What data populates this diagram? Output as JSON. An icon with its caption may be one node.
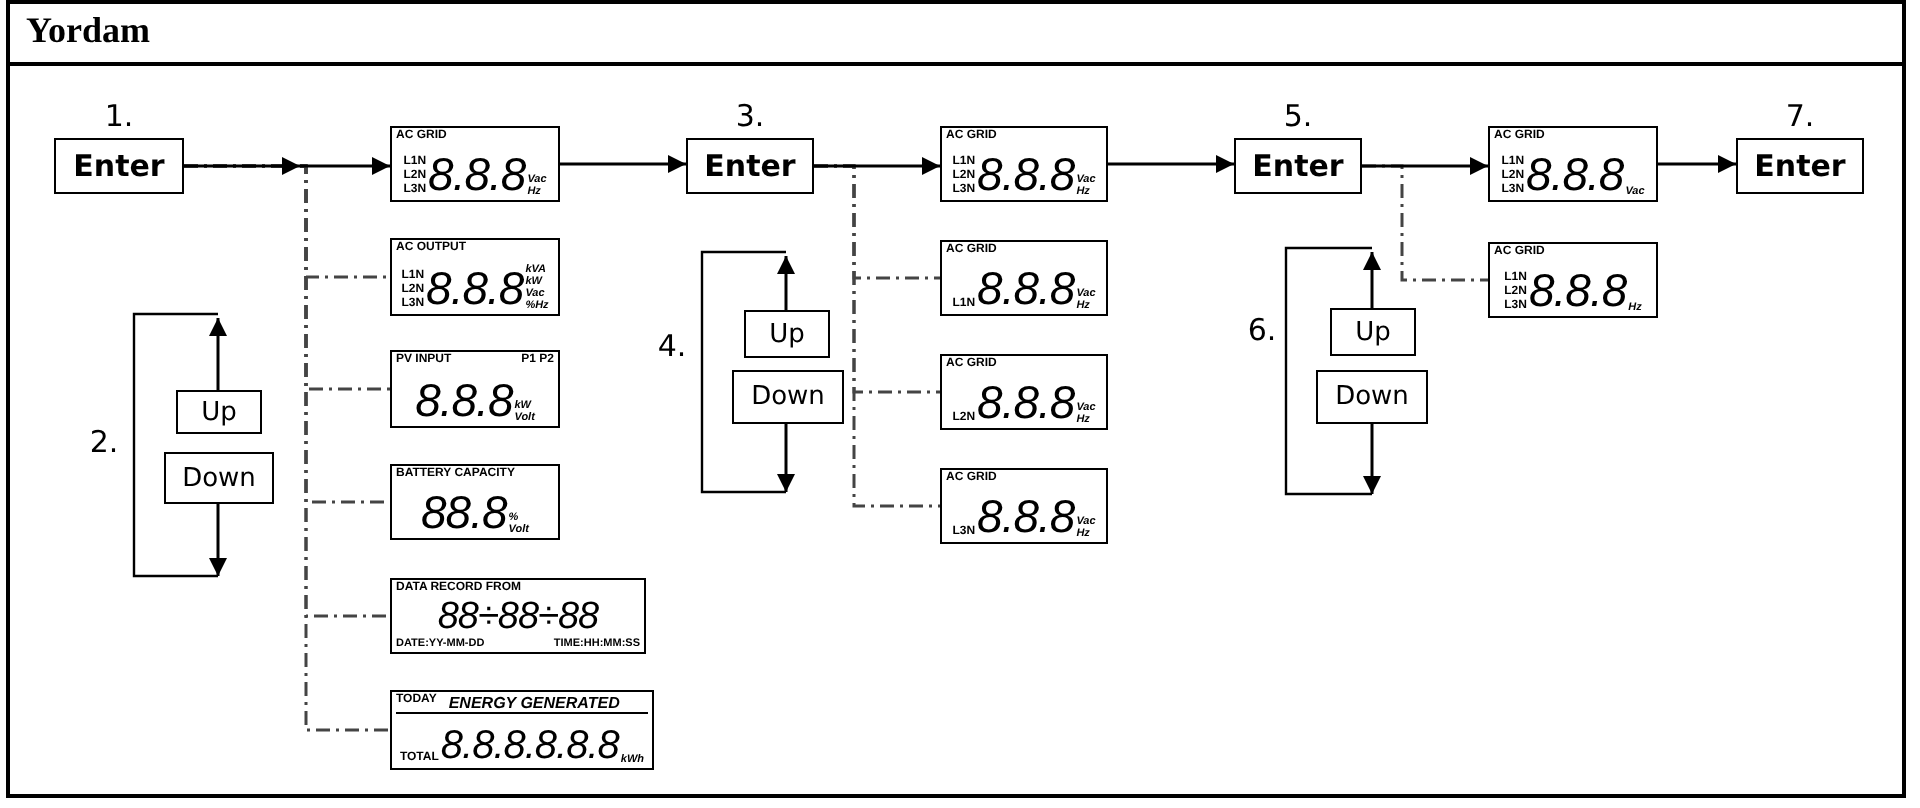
{
  "diagram": {
    "title": "Yordam",
    "nodes": [
      {
        "text": [
          "Enter"
        ],
        "beside": [
          "1."
        ]
      },
      {
        "text": [
          "AC GRID",
          "L1N",
          "L2N",
          "L3N",
          "8.8.8",
          "Vac",
          "Hz"
        ]
      },
      {
        "text": [
          "AC OUTPUT",
          "L1N",
          "L2N",
          "L3N",
          "8.8.8",
          "kVA",
          "kW",
          "Vac",
          "%Hz"
        ]
      },
      {
        "text": [
          "PV INPUT",
          "P1 P2",
          "8.8.8",
          "kW",
          "Volt"
        ]
      },
      {
        "text": [
          "BATTERY CAPACITY",
          "88.8",
          "%",
          "Volt"
        ]
      },
      {
        "text": [
          "DATA RECORD FROM",
          "88÷88÷88",
          "DATE:YY-MM-DD",
          "TIME:HH:MM:SS"
        ]
      },
      {
        "text": [
          "TODAY",
          "ENERGY GENERATED",
          "TOTAL",
          "8.8.8.8.8.8",
          "kWh"
        ]
      },
      {
        "text": [
          "Up"
        ]
      },
      {
        "text": [
          "Down"
        ]
      },
      {
        "text": [
          "Enter"
        ],
        "beside": [
          "3."
        ]
      },
      {
        "text": [
          "Up"
        ]
      },
      {
        "text": [
          "Down"
        ]
      },
      {
        "text": [
          "AC GRID",
          "L1N",
          "L2N",
          "L3N",
          "8.8.8",
          "Vac",
          "Hz"
        ]
      },
      {
        "text": [
          "AC GRID",
          "L1N",
          "8.8.8",
          "Vac",
          "Hz"
        ]
      },
      {
        "text": [
          "AC GRID",
          "L2N",
          "8.8.8",
          "Vac",
          "Hz"
        ]
      },
      {
        "text": [
          "AC GRID",
          "L3N",
          "8.8.8",
          "Vac",
          "Hz"
        ]
      },
      {
        "text": [
          "Enter"
        ],
        "beside": [
          "5."
        ]
      },
      {
        "text": [
          "Up"
        ]
      },
      {
        "text": [
          "Down"
        ]
      },
      {
        "text": [
          "AC GRID",
          "L1N",
          "L2N",
          "L3N",
          "8.8.8",
          "Vac"
        ]
      },
      {
        "text": [
          "AC GRID",
          "L1N",
          "L2N",
          "L3N",
          "8.8.8",
          "Hz"
        ]
      },
      {
        "text": [
          "Enter"
        ],
        "beside": [
          "7."
        ]
      }
    ],
    "edges": [
      {
        "from": 0,
        "to": 1,
        "arrow": "to"
      },
      {
        "from": 0,
        "to": 2,
        "arrow": "none",
        "style": "dashed"
      },
      {
        "from": 0,
        "to": 3,
        "arrow": "none",
        "style": "dashed"
      },
      {
        "from": 0,
        "to": 4,
        "arrow": "none",
        "style": "dashed"
      },
      {
        "from": 0,
        "to": 5,
        "arrow": "none",
        "style": "dashed"
      },
      {
        "from": 0,
        "to": 6,
        "arrow": "none",
        "style": "dashed"
      },
      {
        "from": 7,
        "to": null,
        "arrow": "to"
      },
      {
        "from": 8,
        "to": null,
        "arrow": "to"
      },
      {
        "from": 1,
        "to": 9,
        "arrow": "to"
      },
      {
        "from": 10,
        "to": null,
        "arrow": "to"
      },
      {
        "from": 11,
        "to": null,
        "arrow": "to"
      },
      {
        "from": 9,
        "to": 12,
        "arrow": "to"
      },
      {
        "from": 9,
        "to": 13,
        "arrow": "none",
        "style": "dashed"
      },
      {
        "from": 9,
        "to": 14,
        "arrow": "none",
        "style": "dashed"
      },
      {
        "from": 9,
        "to": 15,
        "arrow": "none",
        "style": "dashed"
      },
      {
        "from": 12,
        "to": 16,
        "arrow": "to"
      },
      {
        "from": 17,
        "to": null,
        "arrow": "to"
      },
      {
        "from": 18,
        "to": null,
        "arrow": "to"
      },
      {
        "from": 16,
        "to": 19,
        "arrow": "to"
      },
      {
        "from": 16,
        "to": 20,
        "arrow": "none",
        "style": "dashed"
      },
      {
        "from": 19,
        "to": 21,
        "arrow": "to"
      }
    ],
    "labels": [
      "2.",
      "4.",
      "6."
    ]
  }
}
